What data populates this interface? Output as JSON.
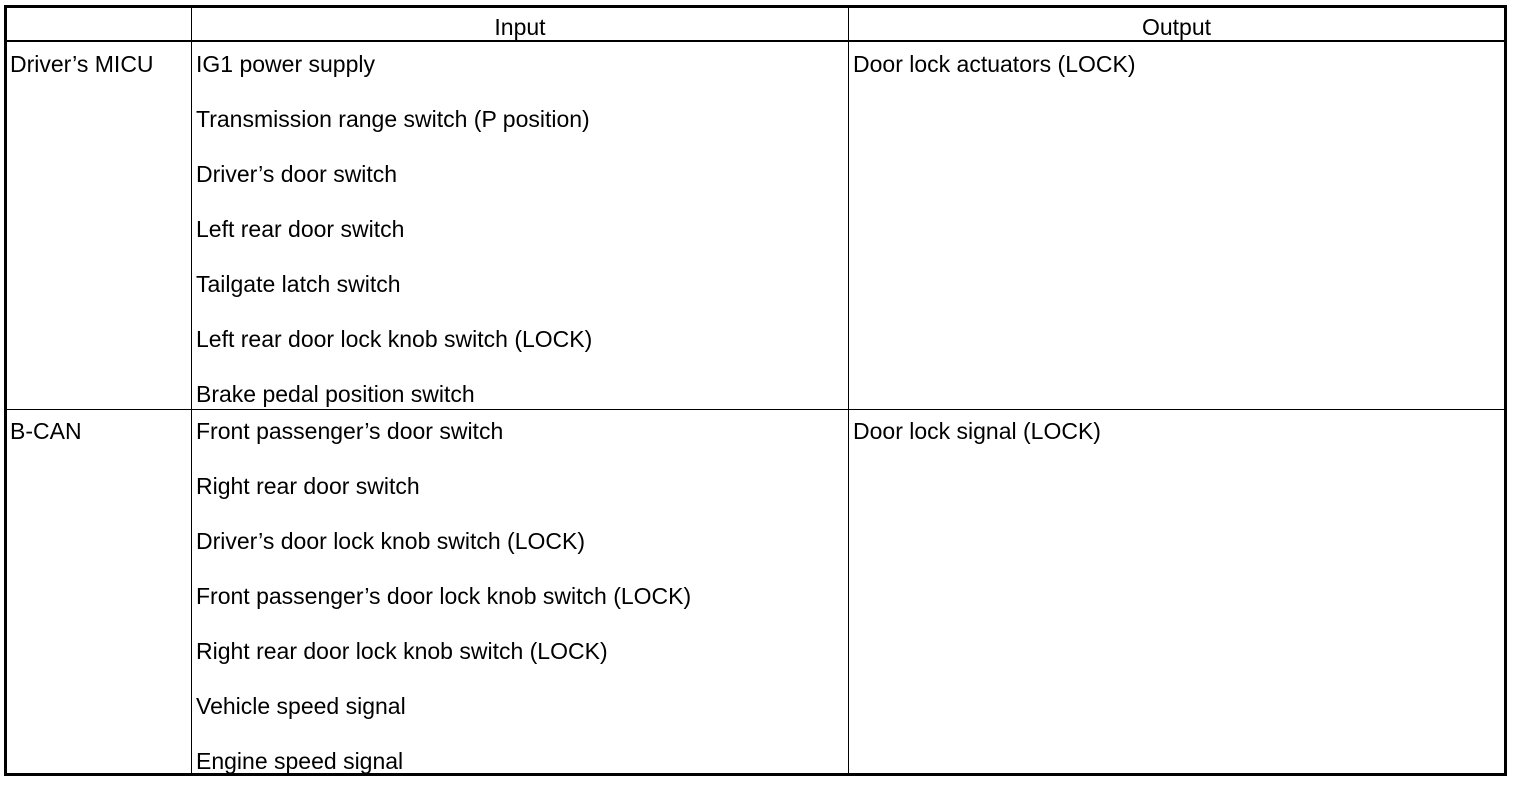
{
  "table": {
    "headers": [
      "",
      "Input",
      "Output"
    ],
    "rows": [
      {
        "source": "Driver’s MICU",
        "inputs": [
          "IG1 power supply",
          "Transmission range switch (P position)",
          "Driver’s door switch",
          "Left rear door switch",
          "Tailgate latch switch",
          "Left rear door lock knob switch (LOCK)",
          "Brake pedal position switch"
        ],
        "output": "Door lock actuators (LOCK)"
      },
      {
        "source": "B-CAN",
        "inputs": [
          "Front passenger’s door switch",
          "Right rear door switch",
          "Driver’s door lock knob switch (LOCK)",
          "Front passenger’s door lock knob switch (LOCK)",
          "Right rear door lock knob switch (LOCK)",
          "Vehicle speed signal",
          "Engine speed signal"
        ],
        "output": "Door lock signal (LOCK)"
      }
    ]
  }
}
